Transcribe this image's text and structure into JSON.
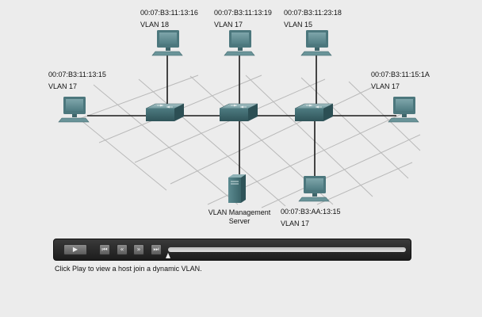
{
  "hosts": [
    {
      "mac": "00:07:B3:11:13:16",
      "vlan": "VLAN 18"
    },
    {
      "mac": "00:07:B3:11:13:19",
      "vlan": "VLAN 17"
    },
    {
      "mac": "00:07:B3:11:23:18",
      "vlan": "VLAN 15"
    },
    {
      "mac": "00:07:B3:11:13:15",
      "vlan": "VLAN 17"
    },
    {
      "mac": "00:07:B3:11:15:1A",
      "vlan": "VLAN 17"
    },
    {
      "mac": "00:07:B3:AA:13:15",
      "vlan": "VLAN 17"
    }
  ],
  "server": {
    "label_line1": "VLAN Management",
    "label_line2": "Server"
  },
  "player": {
    "play_label": "▶",
    "rewind_start_label": "⏮",
    "rewind_label": "«",
    "forward_label": "»",
    "forward_end_label": "⏭",
    "progress": 0.0
  },
  "caption": "Click Play to view a host join a dynamic VLAN.",
  "colors": {
    "background": "#ececec",
    "switch": "#4f7f86",
    "pc": "#5f8e94",
    "cable": "#1a1a1a",
    "grid": "#b4b4b4"
  }
}
